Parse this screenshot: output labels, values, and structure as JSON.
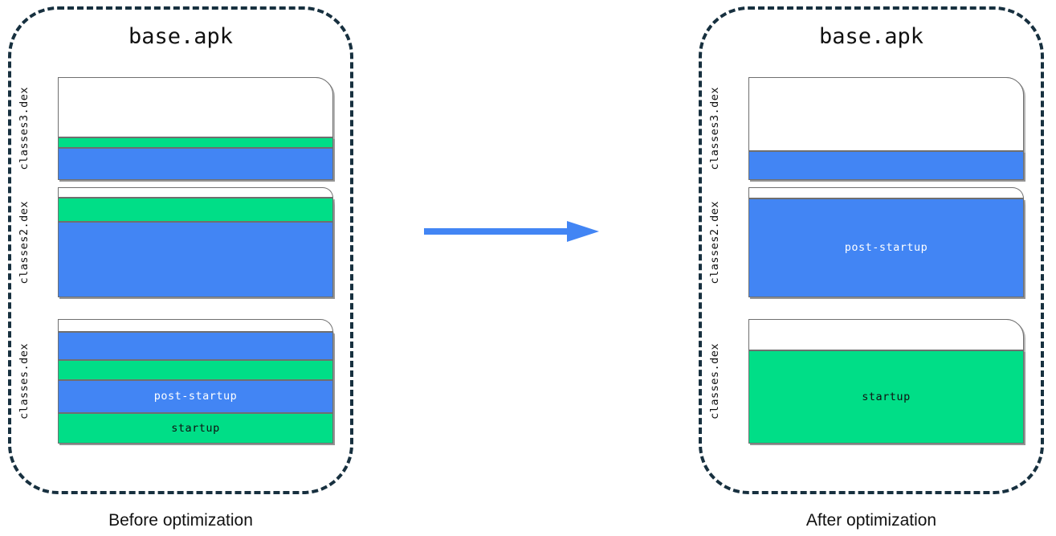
{
  "diagram": {
    "title_left": "base.apk",
    "title_right": "base.apk",
    "caption_left": "Before optimization",
    "caption_right": "After optimization",
    "colors": {
      "blue": "#4285f4",
      "green": "#00de87",
      "dashed_border": "#17303f",
      "segment_border": "#6f6f6f",
      "arrow": "#4285f4"
    },
    "arrow": {
      "direction": "right",
      "name": "transformation-arrow"
    },
    "before": {
      "blocks": [
        {
          "label": "classes3.dex",
          "segments": [
            {
              "kind": "white",
              "label": "",
              "height_pct": 58.5
            },
            {
              "kind": "green",
              "label": "",
              "height_pct": 10.5
            },
            {
              "kind": "blue",
              "label": "",
              "height_pct": 31.0
            }
          ]
        },
        {
          "label": "classes2.dex",
          "segments": [
            {
              "kind": "white",
              "label": "",
              "height_pct": 9.5
            },
            {
              "kind": "green",
              "label": "",
              "height_pct": 22.0
            },
            {
              "kind": "blue",
              "label": "",
              "height_pct": 68.5
            }
          ]
        },
        {
          "label": "classes.dex",
          "segments": [
            {
              "kind": "white",
              "label": "",
              "height_pct": 10.5
            },
            {
              "kind": "blue",
              "label": "",
              "height_pct": 22.5
            },
            {
              "kind": "green",
              "label": "",
              "height_pct": 16.0
            },
            {
              "kind": "blue",
              "label": "post-startup",
              "height_pct": 26.5
            },
            {
              "kind": "green",
              "label": "startup",
              "height_pct": 24.5
            }
          ]
        }
      ]
    },
    "after": {
      "blocks": [
        {
          "label": "classes3.dex",
          "segments": [
            {
              "kind": "white",
              "label": "",
              "height_pct": 71.5
            },
            {
              "kind": "blue",
              "label": "",
              "height_pct": 28.5
            }
          ]
        },
        {
          "label": "classes2.dex",
          "segments": [
            {
              "kind": "white",
              "label": "",
              "height_pct": 10.0
            },
            {
              "kind": "blue",
              "label": "post-startup",
              "height_pct": 90.0
            }
          ]
        },
        {
          "label": "classes.dex",
          "segments": [
            {
              "kind": "white",
              "label": "",
              "height_pct": 25.0
            },
            {
              "kind": "green",
              "label": "startup",
              "height_pct": 75.0
            }
          ]
        }
      ]
    }
  }
}
